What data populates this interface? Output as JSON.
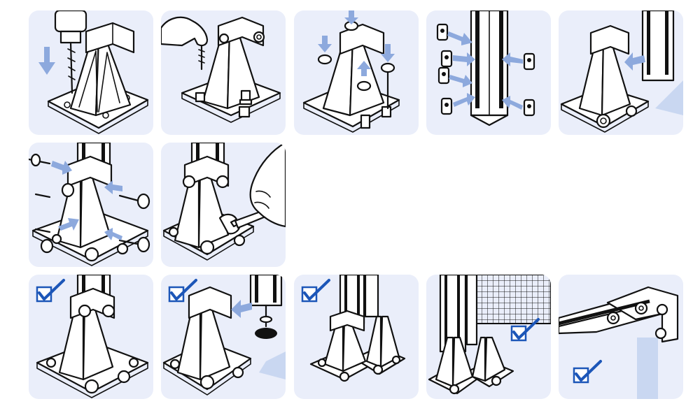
{
  "steps": [
    {
      "id": 1,
      "action": "drill-hole",
      "completed": false
    },
    {
      "id": 2,
      "action": "insert-screws",
      "completed": false
    },
    {
      "id": 3,
      "action": "place-nuts",
      "completed": false
    },
    {
      "id": 4,
      "action": "insert-slot-nuts",
      "completed": false
    },
    {
      "id": 5,
      "action": "slide-post-into-bracket",
      "completed": false
    },
    {
      "id": 6,
      "action": "insert-bolts",
      "completed": false
    },
    {
      "id": 7,
      "action": "tighten-with-wrench",
      "completed": false
    },
    {
      "id": 8,
      "action": "bracket-assembled",
      "completed": true
    },
    {
      "id": 9,
      "action": "attach-leveling-foot",
      "completed": true
    },
    {
      "id": 10,
      "action": "double-post-base",
      "completed": true
    },
    {
      "id": 11,
      "action": "mount-mesh-panel",
      "completed": true
    },
    {
      "id": 12,
      "action": "corner-joint-connector",
      "completed": true
    }
  ],
  "colors": {
    "panel_background": "#eaeefa",
    "arrow": "#8da9dd",
    "checkmark": "#1c56b8",
    "line": "#111111"
  },
  "icons": [
    "down-arrow-icon",
    "insert-arrow-icon",
    "checkbox-checked-icon"
  ]
}
